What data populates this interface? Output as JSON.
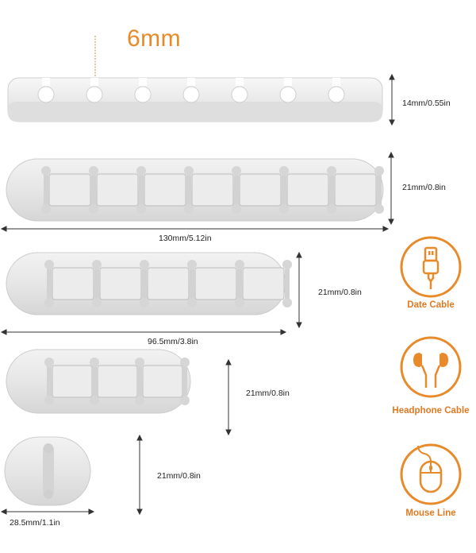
{
  "colors": {
    "accent": "#e8892a",
    "product": "#e9e9e9",
    "outline": "#c9c9c9"
  },
  "callout": {
    "slot_size": "6mm"
  },
  "organizers": [
    {
      "slots": 7,
      "height_label": "14mm/0.55in",
      "width_label": "130mm/5.12in"
    },
    {
      "slots": 7,
      "height_label": "21mm/0.8in"
    },
    {
      "slots": 5,
      "height_label": "21mm/0.8in",
      "width_label": "96.5mm/3.8in"
    },
    {
      "slots": 3,
      "height_label": "21mm/0.8in"
    },
    {
      "slots": 1,
      "height_label": "21mm/0.8in",
      "width_label": "28.5mm/1.1in"
    }
  ],
  "uses": [
    {
      "icon": "usb-cable-icon",
      "label": "Date Cable"
    },
    {
      "icon": "earphones-icon",
      "label": "Headphone Cable"
    },
    {
      "icon": "mouse-icon",
      "label": "Mouse Line"
    }
  ]
}
